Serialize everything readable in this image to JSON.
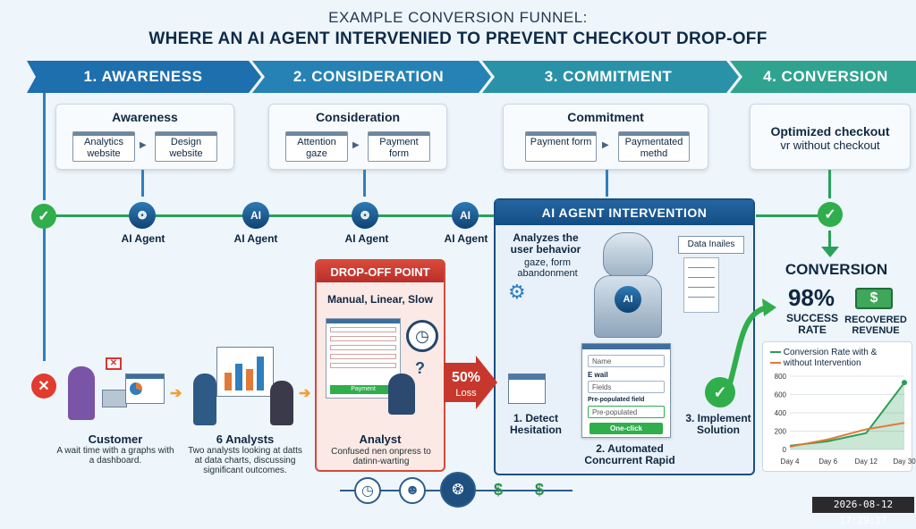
{
  "title": {
    "line1": "EXAMPLE CONVERSION FUNNEL:",
    "line2": "WHERE AN AI AGENT INTERVENIED TO PREVENT CHECKOUT DROP-OFF"
  },
  "stages": [
    "1. AWARENESS",
    "2. CONSIDERATION",
    "3. COMMITMENT",
    "4. CONVERSION"
  ],
  "cards": {
    "awareness": {
      "title": "Awareness",
      "items": [
        "Analytics website",
        "Design website"
      ]
    },
    "consideration": {
      "title": "Consideration",
      "items": [
        "Attention gaze",
        "Payment form"
      ]
    },
    "commitment": {
      "title": "Commitment",
      "items": [
        "Payment form",
        "Paymentated methd"
      ]
    },
    "conversion": {
      "title": "Optimized checkout",
      "subtitle": "vr without checkout"
    }
  },
  "agents": [
    "AI Agent",
    "AI Agent",
    "AI Agent",
    "AI Agent"
  ],
  "ai_chip": "AI",
  "intervention": {
    "header": "AI AGENT INTERVENTION",
    "analyzes": "Analyzes the user behavior",
    "analyzes2": "gaze, form abandonment",
    "data_label": "Data Inailes",
    "robot_label": "AI",
    "step1": "1. Detect Hesitation",
    "step2": "2. Automated Concurrent Rapid",
    "step3": "3. Implement Solution",
    "form": {
      "name": "Name",
      "email": "E wail",
      "fields": "Fields",
      "prepop_label": "Pre-populated field",
      "prepop": "Pre-populated",
      "button": "One-click"
    }
  },
  "dropoff": {
    "header": "DROP-OFF POINT",
    "subtitle": "Manual, Linear, Slow",
    "form_button": "Payment",
    "loss": "50%",
    "loss_label": "Loss",
    "analyst_title": "Analyst",
    "analyst_desc": "Confused nen onpress to datinn-warting"
  },
  "customer": {
    "title": "Customer",
    "desc": "A wait time with a graphs with a dashboard."
  },
  "analysts": {
    "title": "6 Analysts",
    "desc": "Two analysts looking at datts at data charts, discussing significant outcomes."
  },
  "conversion": {
    "title": "CONVERSION",
    "rate": "98%",
    "rate_label": "SUCCESS RATE",
    "revenue_label": "RECOVERED REVENUE",
    "dollar": "$"
  },
  "icons": {
    "check": "✓",
    "x": "✕",
    "clock": "🕑",
    "dollar": "$"
  },
  "colors": {
    "blue": "#1f6fb2",
    "teal": "#2aa0a0",
    "green": "#2fae4b",
    "red": "#e23b2f"
  },
  "timestamp": "2026-08-12  17:29:17",
  "chart_data": {
    "type": "line",
    "categories": [
      "Day 4",
      "Day 6",
      "Day 12",
      "Day 30"
    ],
    "series": [
      {
        "name": "Conversion Rate with &",
        "values": [
          40,
          90,
          180,
          730
        ],
        "color": "#2a9d55"
      },
      {
        "name": "without Intervention",
        "values": [
          30,
          110,
          220,
          290
        ],
        "color": "#e07a38"
      }
    ],
    "yticks": [
      "800",
      "600",
      "400",
      "200",
      "0"
    ],
    "ylim": [
      0,
      800
    ],
    "grid": true,
    "legend": "top-left"
  }
}
